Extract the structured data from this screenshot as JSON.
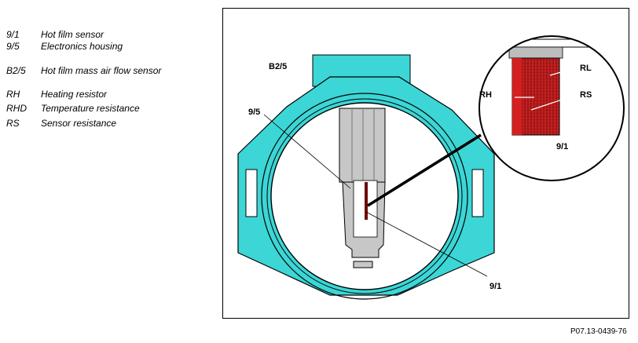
{
  "legend": [
    {
      "code": "9/1",
      "desc": "Hot film sensor"
    },
    {
      "code": "9/5",
      "desc": "Electronics housing"
    },
    {
      "code": "B2/5",
      "desc": "Hot film mass air flow sensor"
    },
    {
      "code": "RH",
      "desc": "Heating resistor"
    },
    {
      "code": "RHD",
      "desc": "Temperature resistance"
    },
    {
      "code": "RS",
      "desc": "Sensor resistance"
    }
  ],
  "diagram": {
    "labels": {
      "b25": "B2/5",
      "c95": "9/5",
      "c91": "9/1",
      "rh": "RH",
      "rl": "RL",
      "rs": "RS",
      "inset91": "9/1"
    },
    "colors": {
      "housing": "#3cd6d6",
      "ring_inner": "#ffffff",
      "element_grey": "#c7c7c7",
      "film_red": "#b01515",
      "film_dark": "#6e0a0a"
    }
  },
  "figure_id": "P07.13-0439-76"
}
